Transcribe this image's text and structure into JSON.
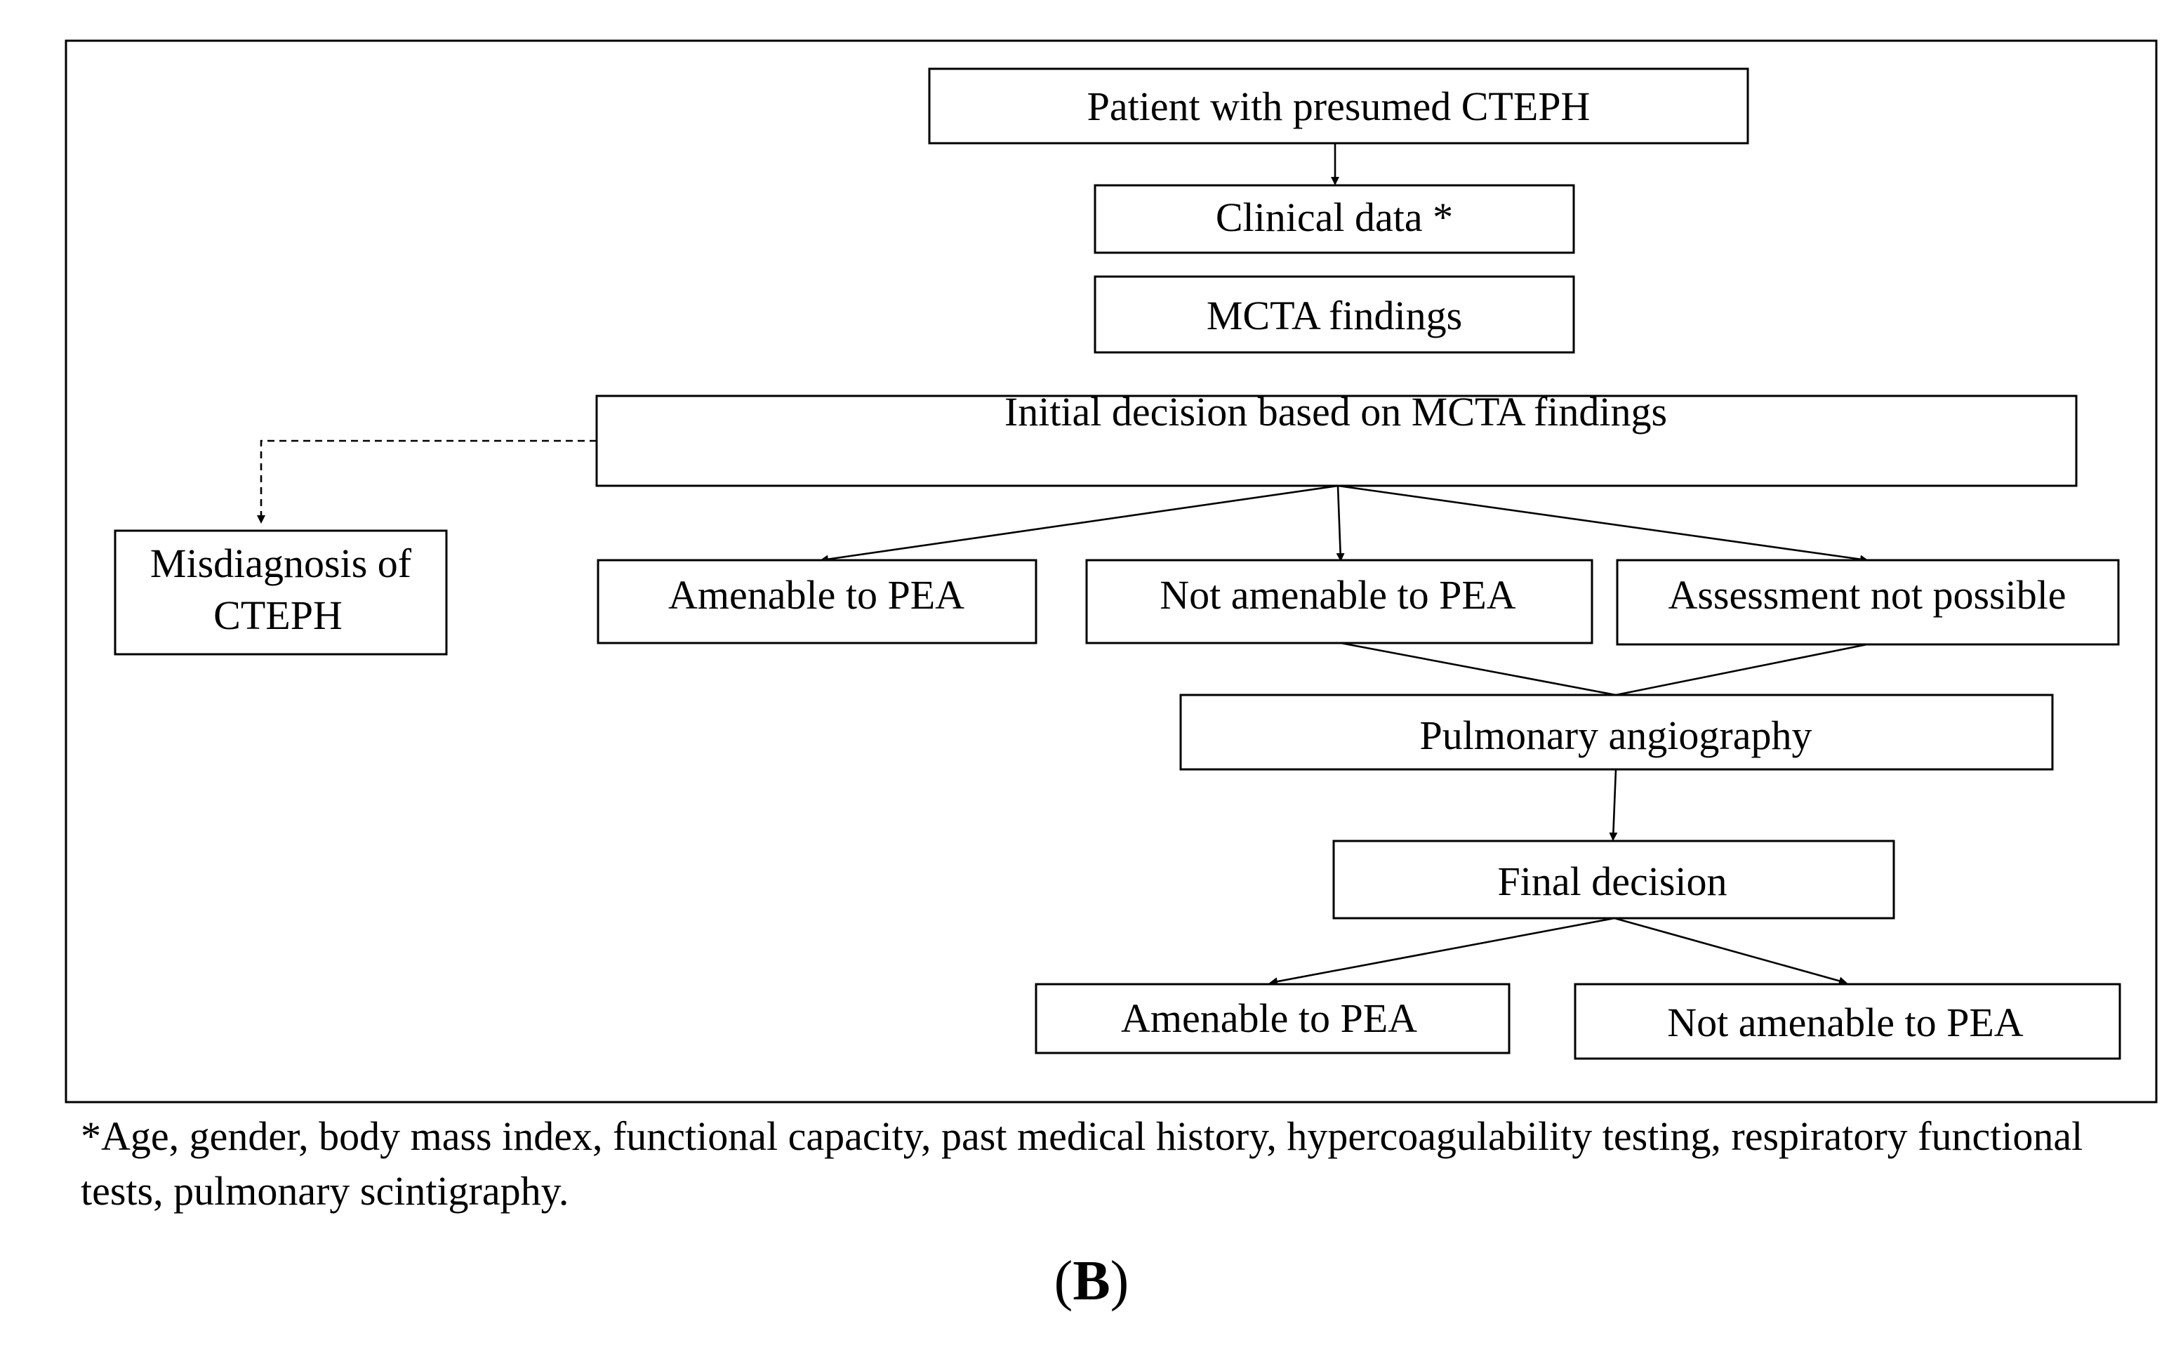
{
  "nodes": {
    "patient": "Patient with presumed CTEPH",
    "clinical_data": "Clinical data *",
    "mcta_findings": "MCTA findings",
    "initial_decision": "Initial decision based on MCTA findings",
    "misdiagnosis_line1": "Misdiagnosis of",
    "misdiagnosis_line2": "CTEPH",
    "amenable_1": "Amenable to PEA",
    "not_amenable_1": "Not amenable to PEA",
    "assessment_not_possible": "Assessment not possible",
    "pulmonary_angiography": "Pulmonary angiography",
    "final_decision": "Final decision",
    "amenable_2": "Amenable to PEA",
    "not_amenable_2": "Not amenable to PEA"
  },
  "footnote": "*Age, gender, body mass index, functional capacity, past medical history, hypercoagulability testing, respiratory functional tests, pulmonary scintigraphy.",
  "panel_label": {
    "open": "(",
    "letter": "B",
    "close": ")"
  }
}
